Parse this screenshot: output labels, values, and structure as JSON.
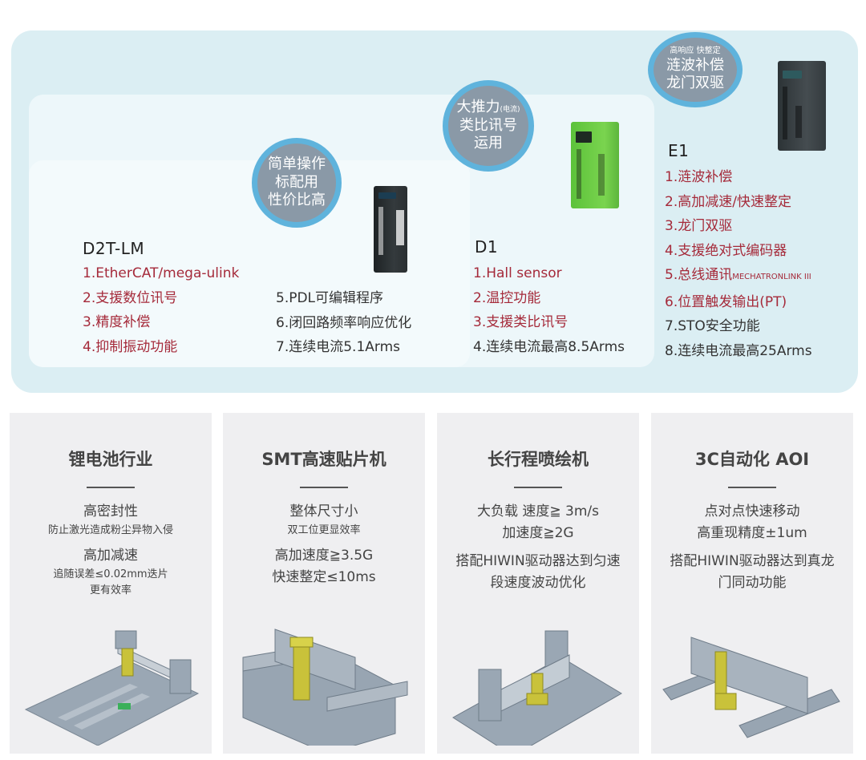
{
  "products": [
    {
      "model": "D2T-LM",
      "bubble": [
        "简单操作",
        "标配用",
        "性价比高"
      ],
      "features_red": [
        "1.EtherCAT/mega-ulink",
        "2.支援数位讯号",
        "3.精度补偿",
        "4.抑制振动功能"
      ],
      "features_dark": [
        "5.PDL可编辑程序",
        "6.闭回路频率响应优化",
        "7.连续电流5.1Arms"
      ],
      "device_color": "black"
    },
    {
      "model": "D1",
      "bubble": [
        "大推力",
        "(电流)",
        "类比讯号",
        "运用"
      ],
      "features_red": [
        "1.Hall sensor",
        "2.温控功能",
        "3.支援类比讯号"
      ],
      "features_dark": [
        "4.连续电流最高8.5Arms"
      ],
      "device_color": "green"
    },
    {
      "model": "E1",
      "bubble": [
        "高响应 快整定",
        "涟波补偿",
        "龙门双驱"
      ],
      "features_red": [
        "1.涟波补偿",
        "2.高加减速/快速整定",
        "3.龙门双驱",
        "4.支援绝对式编码器",
        "5.总线通讯",
        "MECHATRONLINK III",
        "6.位置触发输出(PT)"
      ],
      "features_dark": [
        "7.STO安全功能",
        "8.连续电流最高25Arms"
      ],
      "device_color": "dark-gray"
    }
  ],
  "applications": [
    {
      "title": "锂电池行业",
      "lines": [
        {
          "text": "高密封性",
          "size": "big"
        },
        {
          "text": "防止激光造成粉尘异物入侵",
          "size": "small"
        },
        {
          "text": "高加减速",
          "size": "big"
        },
        {
          "text": "追随误差≤0.02mm迭片",
          "size": "small"
        },
        {
          "text": "更有效率",
          "size": "small"
        }
      ]
    },
    {
      "title": "SMT高速贴片机",
      "lines": [
        {
          "text": "整体尺寸小",
          "size": "big"
        },
        {
          "text": "双工位更显效率",
          "size": "small"
        },
        {
          "text": "高加速度≧3.5G",
          "size": "big"
        },
        {
          "text": "快速整定≤10ms",
          "size": "big"
        }
      ]
    },
    {
      "title": "长行程喷绘机",
      "lines": [
        {
          "text": "大负载 速度≧ 3m/s",
          "size": "big"
        },
        {
          "text": "加速度≧2G",
          "size": "big"
        },
        {
          "text": "搭配HIWIN驱动器达到匀速",
          "size": "big"
        },
        {
          "text": "段速度波动优化",
          "size": "big"
        }
      ]
    },
    {
      "title": "3C自动化 AOI",
      "lines": [
        {
          "text": "点对点快速移动",
          "size": "big"
        },
        {
          "text": "高重现精度±1um",
          "size": "big"
        },
        {
          "text": "搭配HIWIN驱动器达到真龙",
          "size": "big"
        },
        {
          "text": "门同动功能",
          "size": "big"
        }
      ]
    }
  ],
  "colors": {
    "panel_bg": "#dbeef3",
    "bubble_fill": "#8a99a7",
    "bubble_ring": "#5fb3dc",
    "feature_red": "#a52a3a",
    "card_bg": "#efeff1",
    "machine_gray": "#8e9dab",
    "machine_yellow": "#c9c23a"
  }
}
